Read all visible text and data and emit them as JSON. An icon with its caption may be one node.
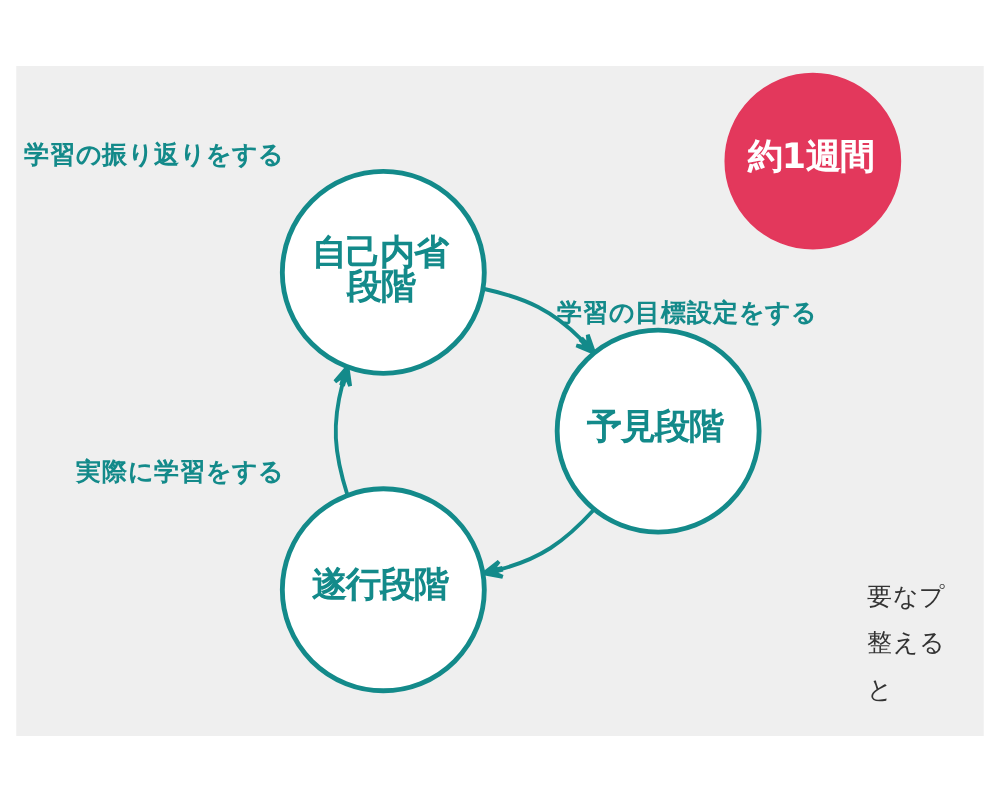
{
  "diagram": {
    "nodes": [
      {
        "text": [
          "遂行段階"
        ],
        "beside": [
          "実際に学習をする"
        ]
      },
      {
        "text": [
          "自己内省段階"
        ],
        "beside": [
          "学習の振り返りをする"
        ]
      },
      {
        "text": [
          "予見段階"
        ],
        "beside": [
          "学習の目標設定をする"
        ]
      },
      {
        "text": [
          "約1週間"
        ]
      }
    ],
    "edges": [
      {
        "from": 0,
        "to": 1,
        "arrow": "to"
      },
      {
        "from": 1,
        "to": 2,
        "arrow": "to"
      },
      {
        "from": 2,
        "to": 0,
        "arrow": "to"
      }
    ],
    "labels": [
      "要なプ",
      "整える",
      "と"
    ]
  }
}
